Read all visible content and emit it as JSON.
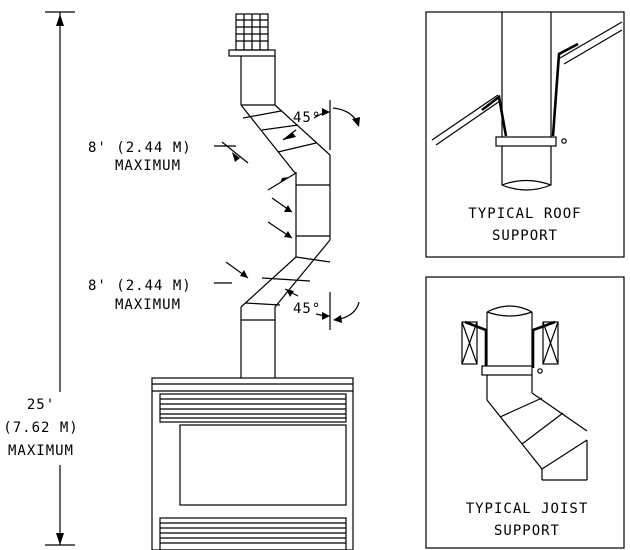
{
  "main": {
    "height_label": {
      "line1": "25'",
      "line2": "(7.62 M)",
      "line3": "MAXIMUM"
    },
    "upper_offset": {
      "line1": "8' (2.44 M)",
      "line2": "MAXIMUM"
    },
    "lower_offset": {
      "line1": "8' (2.44 M)",
      "line2": "MAXIMUM"
    },
    "upper_angle": "45°",
    "lower_angle": "45°"
  },
  "roof_detail": {
    "line1": "TYPICAL ROOF",
    "line2": "SUPPORT"
  },
  "joist_detail": {
    "line1": "TYPICAL JOIST",
    "line2": "SUPPORT"
  }
}
